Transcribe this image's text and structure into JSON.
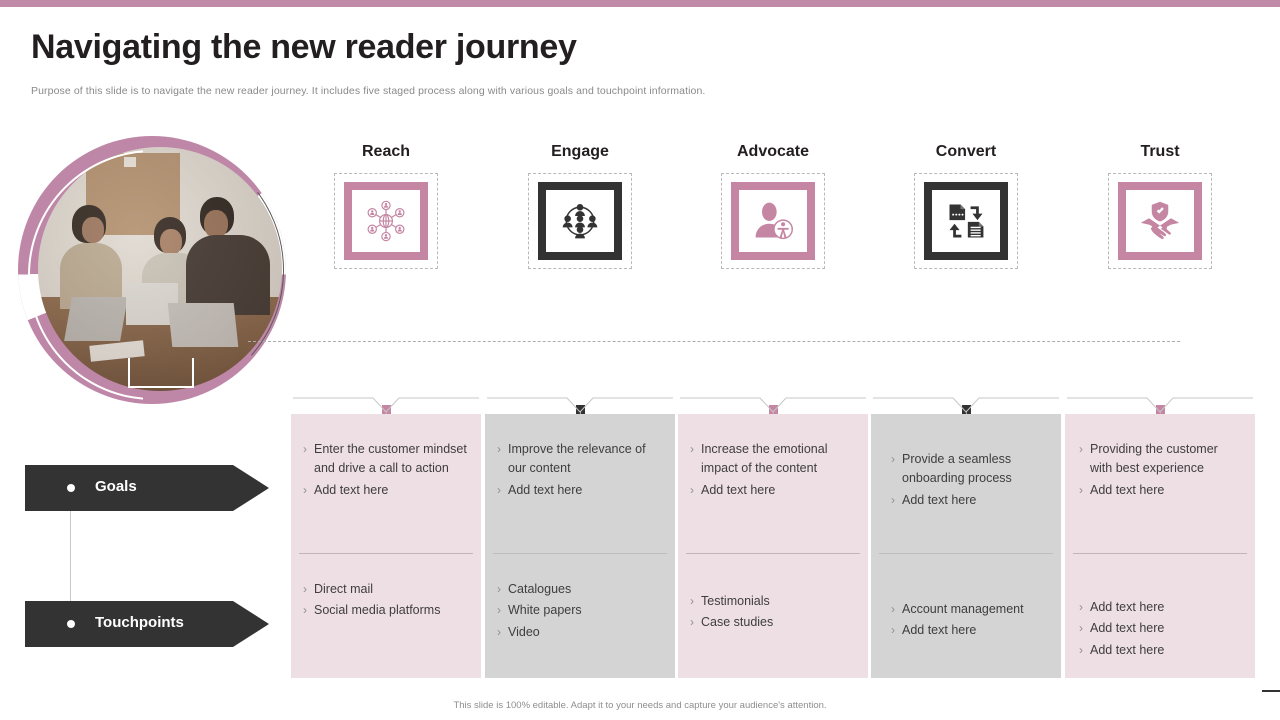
{
  "accent": {
    "pink": "#c08aa8",
    "panel_pink": "#eedfe5",
    "panel_gray": "#d4d4d4",
    "dark": "#333333"
  },
  "header": {
    "title": "Navigating the new reader journey",
    "subtitle": "Purpose of this slide is to navigate the new reader journey. It includes five staged process along with various goals and touchpoint information."
  },
  "media": {
    "photo_alt": "team-meeting-photo"
  },
  "left_labels": [
    {
      "label": "Goals",
      "name": "goals-tag"
    },
    {
      "label": "Touchpoints",
      "name": "touchpoints-tag"
    }
  ],
  "stages": [
    {
      "title": "Reach",
      "icon": "network-globe-icon",
      "theme": "pink",
      "goals": [
        "Enter the customer mindset and drive a call to action",
        "Add text here"
      ],
      "touchpoints": [
        "Direct mail",
        "Social  media platforms"
      ]
    },
    {
      "title": "Engage",
      "icon": "team-circle-icon",
      "theme": "dark",
      "goals": [
        "Improve the relevance of our content",
        "Add text here"
      ],
      "touchpoints": [
        "Catalogues",
        "White papers",
        "Video"
      ]
    },
    {
      "title": "Advocate",
      "icon": "person-advocate-icon",
      "theme": "pink",
      "goals": [
        "Increase the emotional impact of the content",
        "Add text here"
      ],
      "touchpoints": [
        "Testimonials",
        "Case studies"
      ]
    },
    {
      "title": "Convert",
      "icon": "document-convert-icon",
      "theme": "dark",
      "goals": [
        "Provide a seamless onboarding process",
        "Add text here"
      ],
      "touchpoints": [
        "Account management",
        "Add text here"
      ]
    },
    {
      "title": "Trust",
      "icon": "handshake-shield-icon",
      "theme": "pink",
      "goals": [
        "Providing the customer with best experience",
        "Add text here"
      ],
      "touchpoints": [
        "Add text here",
        "Add text here",
        "Add text here"
      ]
    }
  ],
  "bullet_marker": "›",
  "footer": {
    "note": "This slide is 100% editable. Adapt it to your needs and capture your audience's attention."
  }
}
